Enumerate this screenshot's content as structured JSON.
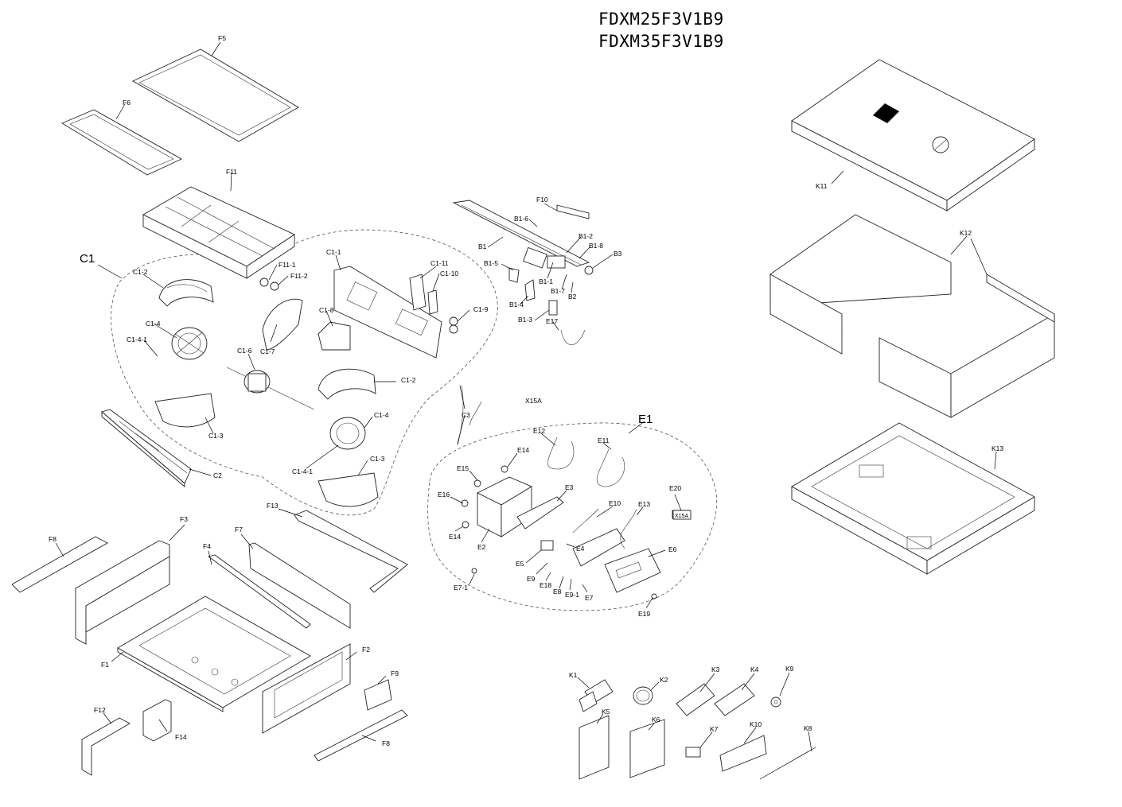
{
  "titles": [
    "FDXM25F3V1B9",
    "FDXM35F3V1B9"
  ],
  "groups": {
    "c1": "C1",
    "e1": "E1"
  },
  "labels": {
    "F5": "F5",
    "F6": "F6",
    "F11": "F11",
    "F11_1": "F11-1",
    "F11_2": "F11-2",
    "C1_2a": "C1-2",
    "C1_4a": "C1-4",
    "C1_4_1a": "C1-4-1",
    "C1_7": "C1-7",
    "C1_6": "C1-6",
    "C1_3a": "C1-3",
    "C1_2b": "C1-2",
    "C1_4b": "C1-4",
    "C1_4_1b": "C1-4-1",
    "C1_3b": "C1-3",
    "C1_1": "C1-1",
    "C1_8": "C1-8",
    "C1_11": "C1-11",
    "C1_10": "C1-10",
    "C1_9": "C1-9",
    "C2": "C2",
    "C3": "C3",
    "X15A": "X15A",
    "F10": "F10",
    "B1_6": "B1-6",
    "B1": "B1",
    "B1_2": "B1-2",
    "B1_8": "B1-8",
    "B3": "B3",
    "B1_5": "B1-5",
    "B1_1": "B1-1",
    "B1_7": "B1-7",
    "B2": "B2",
    "B1_4": "B1-4",
    "B1_3": "B1-3",
    "E17": "E17",
    "E12": "E12",
    "E11": "E11",
    "E14a": "E14",
    "E15": "E15",
    "E3": "E3",
    "E10": "E10",
    "E13": "E13",
    "E20": "E20",
    "E20_box": "X15A",
    "E16": "E16",
    "E14b": "E14",
    "E2": "E2",
    "E4": "E4",
    "E6": "E6",
    "E5": "E5",
    "E9": "E9",
    "E18": "E18",
    "E8": "E8",
    "E9_1": "E9-1",
    "E7": "E7",
    "E7_1": "E7-1",
    "E19": "E19",
    "F8a": "F8",
    "F3": "F3",
    "F13": "F13",
    "F4": "F4",
    "F7": "F7",
    "F1": "F1",
    "F2": "F2",
    "F9": "F9",
    "F12": "F12",
    "F14": "F14",
    "F8b": "F8",
    "K11": "K11",
    "K12": "K12",
    "K13": "K13",
    "K1": "K1",
    "K2": "K2",
    "K3": "K3",
    "K4": "K4",
    "K9": "K9",
    "K5": "K5",
    "K6": "K6",
    "K7": "K7",
    "K10": "K10",
    "K8": "K8"
  }
}
